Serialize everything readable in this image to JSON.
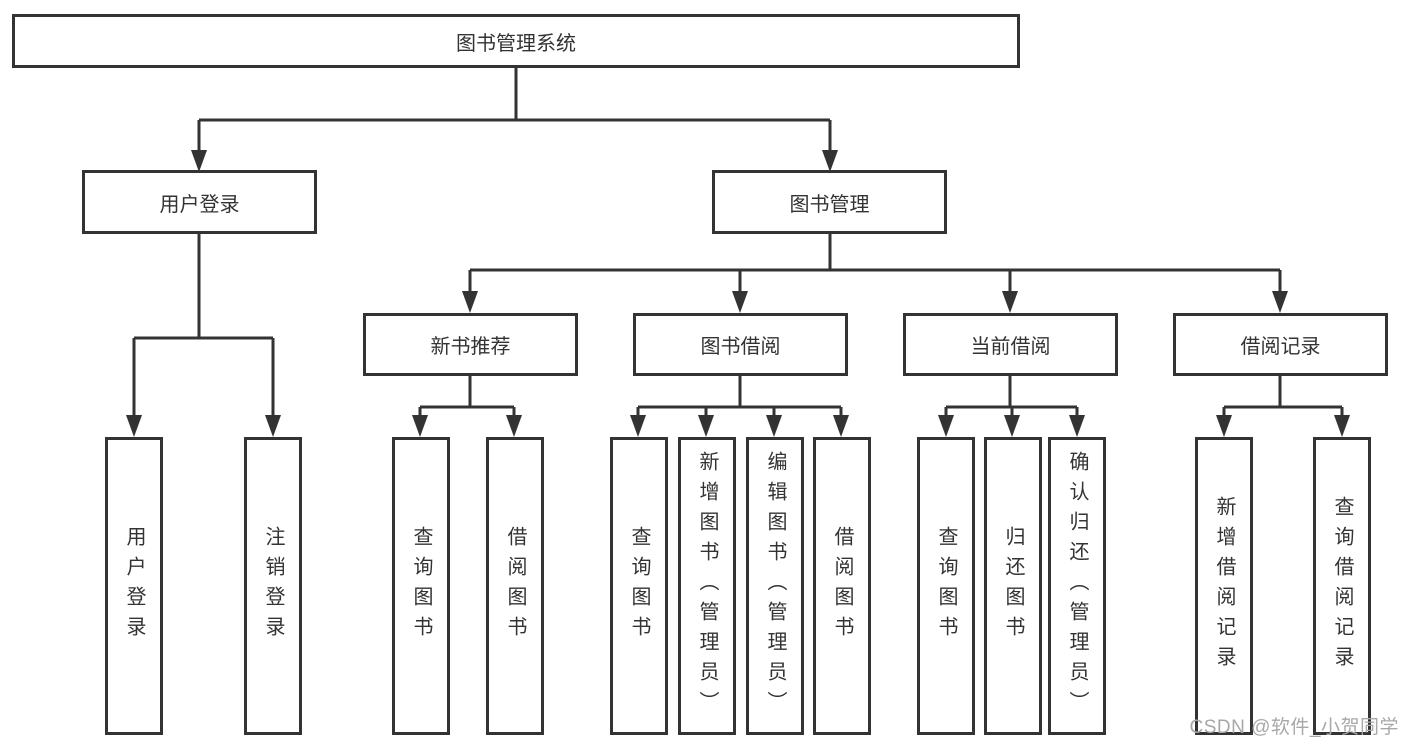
{
  "diagram": {
    "type": "hierarchy-tree",
    "colors": {
      "line": "#333333",
      "box_border": "#333333",
      "text": "#333333",
      "background": "#ffffff",
      "watermark": "#a8a8a8"
    },
    "tree": {
      "label": "图书管理系统",
      "children": [
        {
          "label": "用户登录",
          "children": [
            {
              "label": "用户登录"
            },
            {
              "label": "注销登录"
            }
          ]
        },
        {
          "label": "图书管理",
          "children": [
            {
              "label": "新书推荐",
              "children": [
                {
                  "label": "查询图书"
                },
                {
                  "label": "借阅图书"
                }
              ]
            },
            {
              "label": "图书借阅",
              "children": [
                {
                  "label": "查询图书"
                },
                {
                  "label": "新增图书（管理员）"
                },
                {
                  "label": "编辑图书（管理员）"
                },
                {
                  "label": "借阅图书"
                }
              ]
            },
            {
              "label": "当前借阅",
              "children": [
                {
                  "label": "查询图书"
                },
                {
                  "label": "归还图书"
                },
                {
                  "label": "确认归还（管理员）"
                }
              ]
            },
            {
              "label": "借阅记录",
              "children": [
                {
                  "label": "新增借阅记录"
                },
                {
                  "label": "查询借阅记录"
                }
              ]
            }
          ]
        }
      ]
    },
    "watermark": {
      "text": "CSDN @软件_小贺同学"
    }
  }
}
